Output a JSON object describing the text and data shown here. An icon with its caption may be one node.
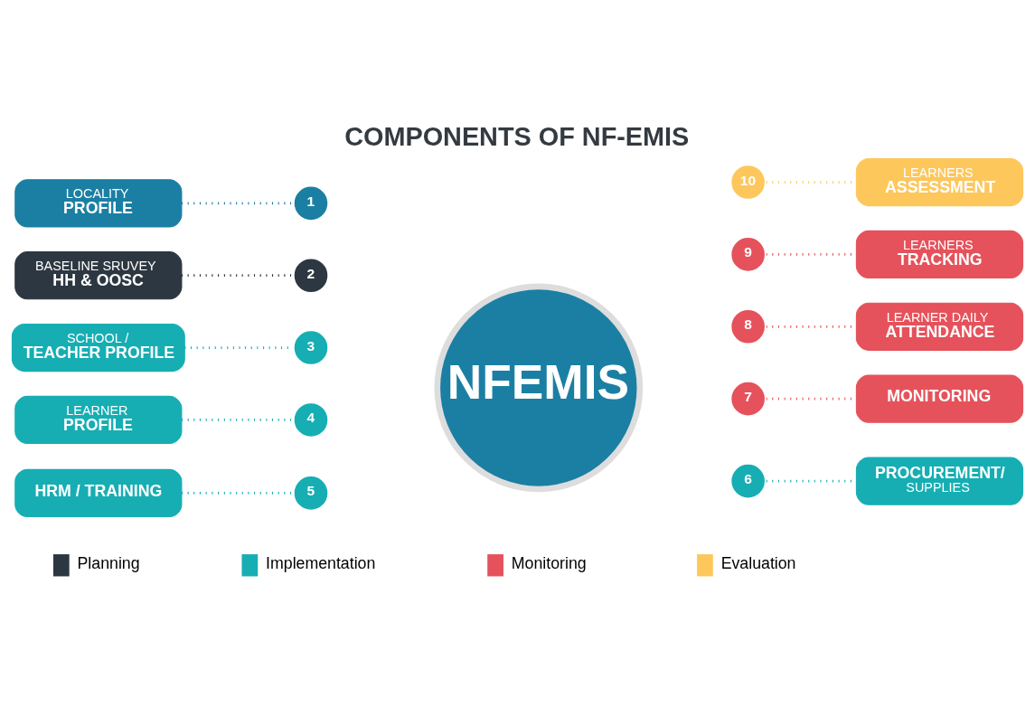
{
  "diagram": {
    "title": "COMPONENTS OF NF-EMIS",
    "nodes": [
      {
        "text": [
          "NFEMIS"
        ]
      },
      {
        "text": [
          "LOCALITY",
          "PROFILE"
        ]
      },
      {
        "text": [
          "1"
        ]
      },
      {
        "text": [
          "BASELINE SRUVEY",
          "HH & OOSC"
        ]
      },
      {
        "text": [
          "2"
        ]
      },
      {
        "text": [
          "SCHOOL /",
          "TEACHER PROFILE"
        ]
      },
      {
        "text": [
          "3"
        ]
      },
      {
        "text": [
          "LEARNER",
          "PROFILE"
        ]
      },
      {
        "text": [
          "4"
        ]
      },
      {
        "text": [
          "HRM / TRAINING"
        ]
      },
      {
        "text": [
          "5"
        ]
      },
      {
        "text": [
          "PROCUREMENT/",
          "SUPPLIES"
        ]
      },
      {
        "text": [
          "6"
        ]
      },
      {
        "text": [
          "MONITORING"
        ]
      },
      {
        "text": [
          "7"
        ]
      },
      {
        "text": [
          "LEARNER DAILY",
          "ATTENDANCE"
        ]
      },
      {
        "text": [
          "8"
        ]
      },
      {
        "text": [
          "LEARNERS",
          "TRACKING"
        ]
      },
      {
        "text": [
          "9"
        ]
      },
      {
        "text": [
          "LEARNERS",
          "ASSESSMENT"
        ]
      },
      {
        "text": [
          "10"
        ]
      }
    ],
    "edges": [
      {
        "from": 1,
        "to": 2,
        "arrow": "none",
        "color": "#1b7fa3"
      },
      {
        "from": 3,
        "to": 4,
        "arrow": "none",
        "color": "#2d3741"
      },
      {
        "from": 5,
        "to": 6,
        "arrow": "none"
      },
      {
        "from": 7,
        "to": 8,
        "arrow": "none"
      },
      {
        "from": 9,
        "to": 10,
        "arrow": "none"
      },
      {
        "from": 12,
        "to": 11,
        "arrow": "none"
      },
      {
        "from": 14,
        "to": 13,
        "arrow": "none",
        "color": "#e5525b"
      },
      {
        "from": 16,
        "to": 15,
        "arrow": "none",
        "color": "#e5525b"
      },
      {
        "from": 18,
        "to": 17,
        "arrow": "none",
        "color": "#e5525b"
      },
      {
        "from": 20,
        "to": 19,
        "arrow": "none",
        "color": "#fdc75c"
      }
    ],
    "legend": [
      {
        "text": "Planning",
        "color": "#2d3741"
      },
      {
        "text": "Implementation",
        "color": "#16aeb3"
      },
      {
        "text": "Monitoring",
        "color": "#e5525b"
      },
      {
        "text": "Evaluation",
        "color": "#fdc75c"
      }
    ]
  }
}
